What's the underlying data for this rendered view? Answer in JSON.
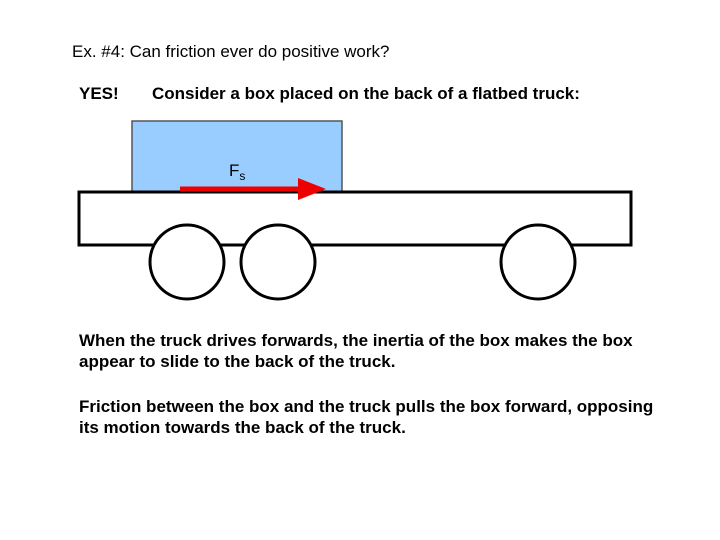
{
  "slide": {
    "title": "Ex. #4:  Can friction ever do positive work?",
    "answer": "YES!",
    "lead_in": "Consider a box placed on the back of a flatbed truck:",
    "paragraph_1": "When the truck drives forwards, the inertia of the box makes the box appear to slide to the back of the truck.",
    "paragraph_2": "Friction between the box and the truck pulls the box forward, opposing its motion towards the back of the truck."
  },
  "diagram": {
    "force_label": "F",
    "force_subscript": "s",
    "colors": {
      "box_fill": "#99ccff",
      "force_arrow": "#ee0000",
      "outline": "#000000"
    }
  }
}
